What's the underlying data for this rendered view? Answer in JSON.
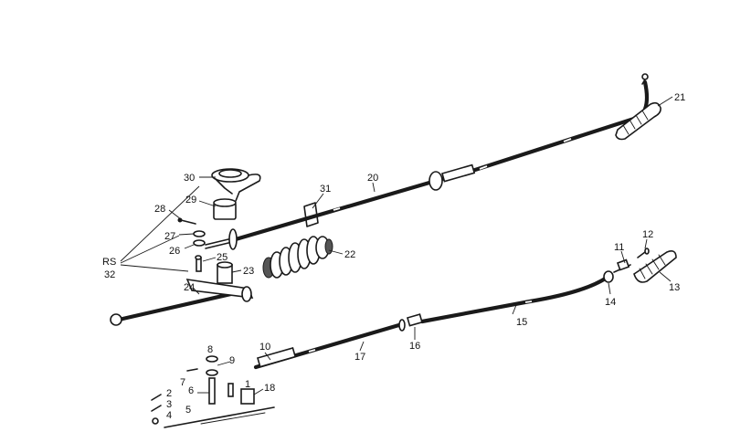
{
  "labels": {
    "p2": "2",
    "p3": "3",
    "p4": "4",
    "p5": "5",
    "p6": "6",
    "p7": "7",
    "p8": "8",
    "p9": "9",
    "p10": "10",
    "p11": "11",
    "p12": "12",
    "p13": "13",
    "p14": "14",
    "p15": "15",
    "p16": "16",
    "p17": "17",
    "p18": "18",
    "p20": "20",
    "p21": "21",
    "p22": "22",
    "p23": "23",
    "p24": "24",
    "p25": "25",
    "p26": "26",
    "p27": "27",
    "p28": "28",
    "p29": "29",
    "p30": "30",
    "p31": "31",
    "rs": "RS",
    "p32": "32",
    "p1": "1"
  }
}
